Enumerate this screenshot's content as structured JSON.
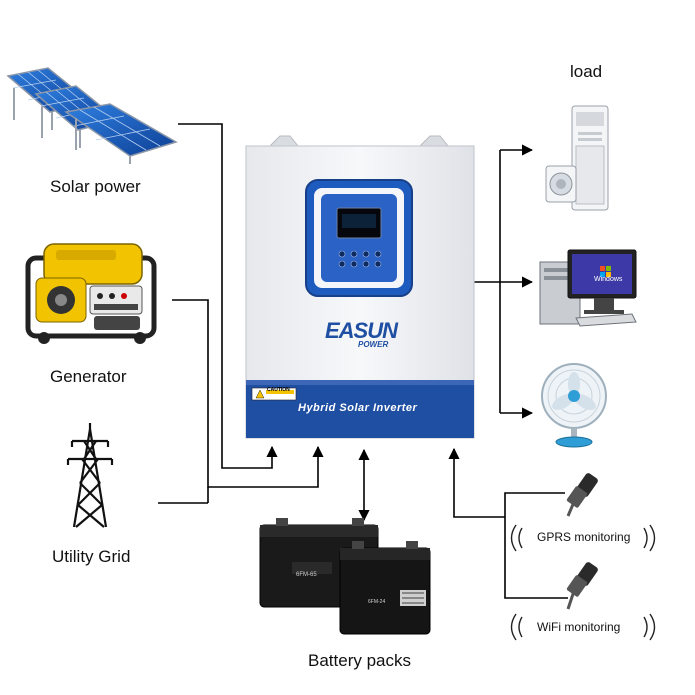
{
  "sources": {
    "solar": {
      "label": "Solar power",
      "icon": "solar-panel-icon"
    },
    "generator": {
      "label": "Generator",
      "icon": "generator-icon"
    },
    "grid": {
      "label": "Utility Grid",
      "icon": "power-tower-icon"
    }
  },
  "inverter": {
    "brand_main": "EASUN",
    "brand_sub": "POWER",
    "caution_label": "CAUTION",
    "product_name": "Hybrid Solar Inverter",
    "icon": "inverter-icon"
  },
  "load": {
    "title": "load",
    "devices": [
      {
        "name": "air-conditioner-icon"
      },
      {
        "name": "computer-icon",
        "screen_text": "Windows"
      },
      {
        "name": "fan-icon"
      }
    ]
  },
  "batteries": {
    "label": "Battery packs",
    "models": [
      "6FM-65",
      "6FM-24"
    ]
  },
  "monitoring": {
    "gprs": {
      "label": "GPRS monitoring",
      "icon": "gprs-dongle-icon"
    },
    "wifi": {
      "label": "WiFi monitoring",
      "icon": "wifi-dongle-icon"
    }
  },
  "colors": {
    "inverter_blue": "#1f4fa3",
    "inverter_body": "#f2f3f5",
    "panel_blue": "#1e5bbf",
    "battery_black": "#1a1a1a",
    "generator_yellow": "#f2c300",
    "line": "#000000"
  }
}
